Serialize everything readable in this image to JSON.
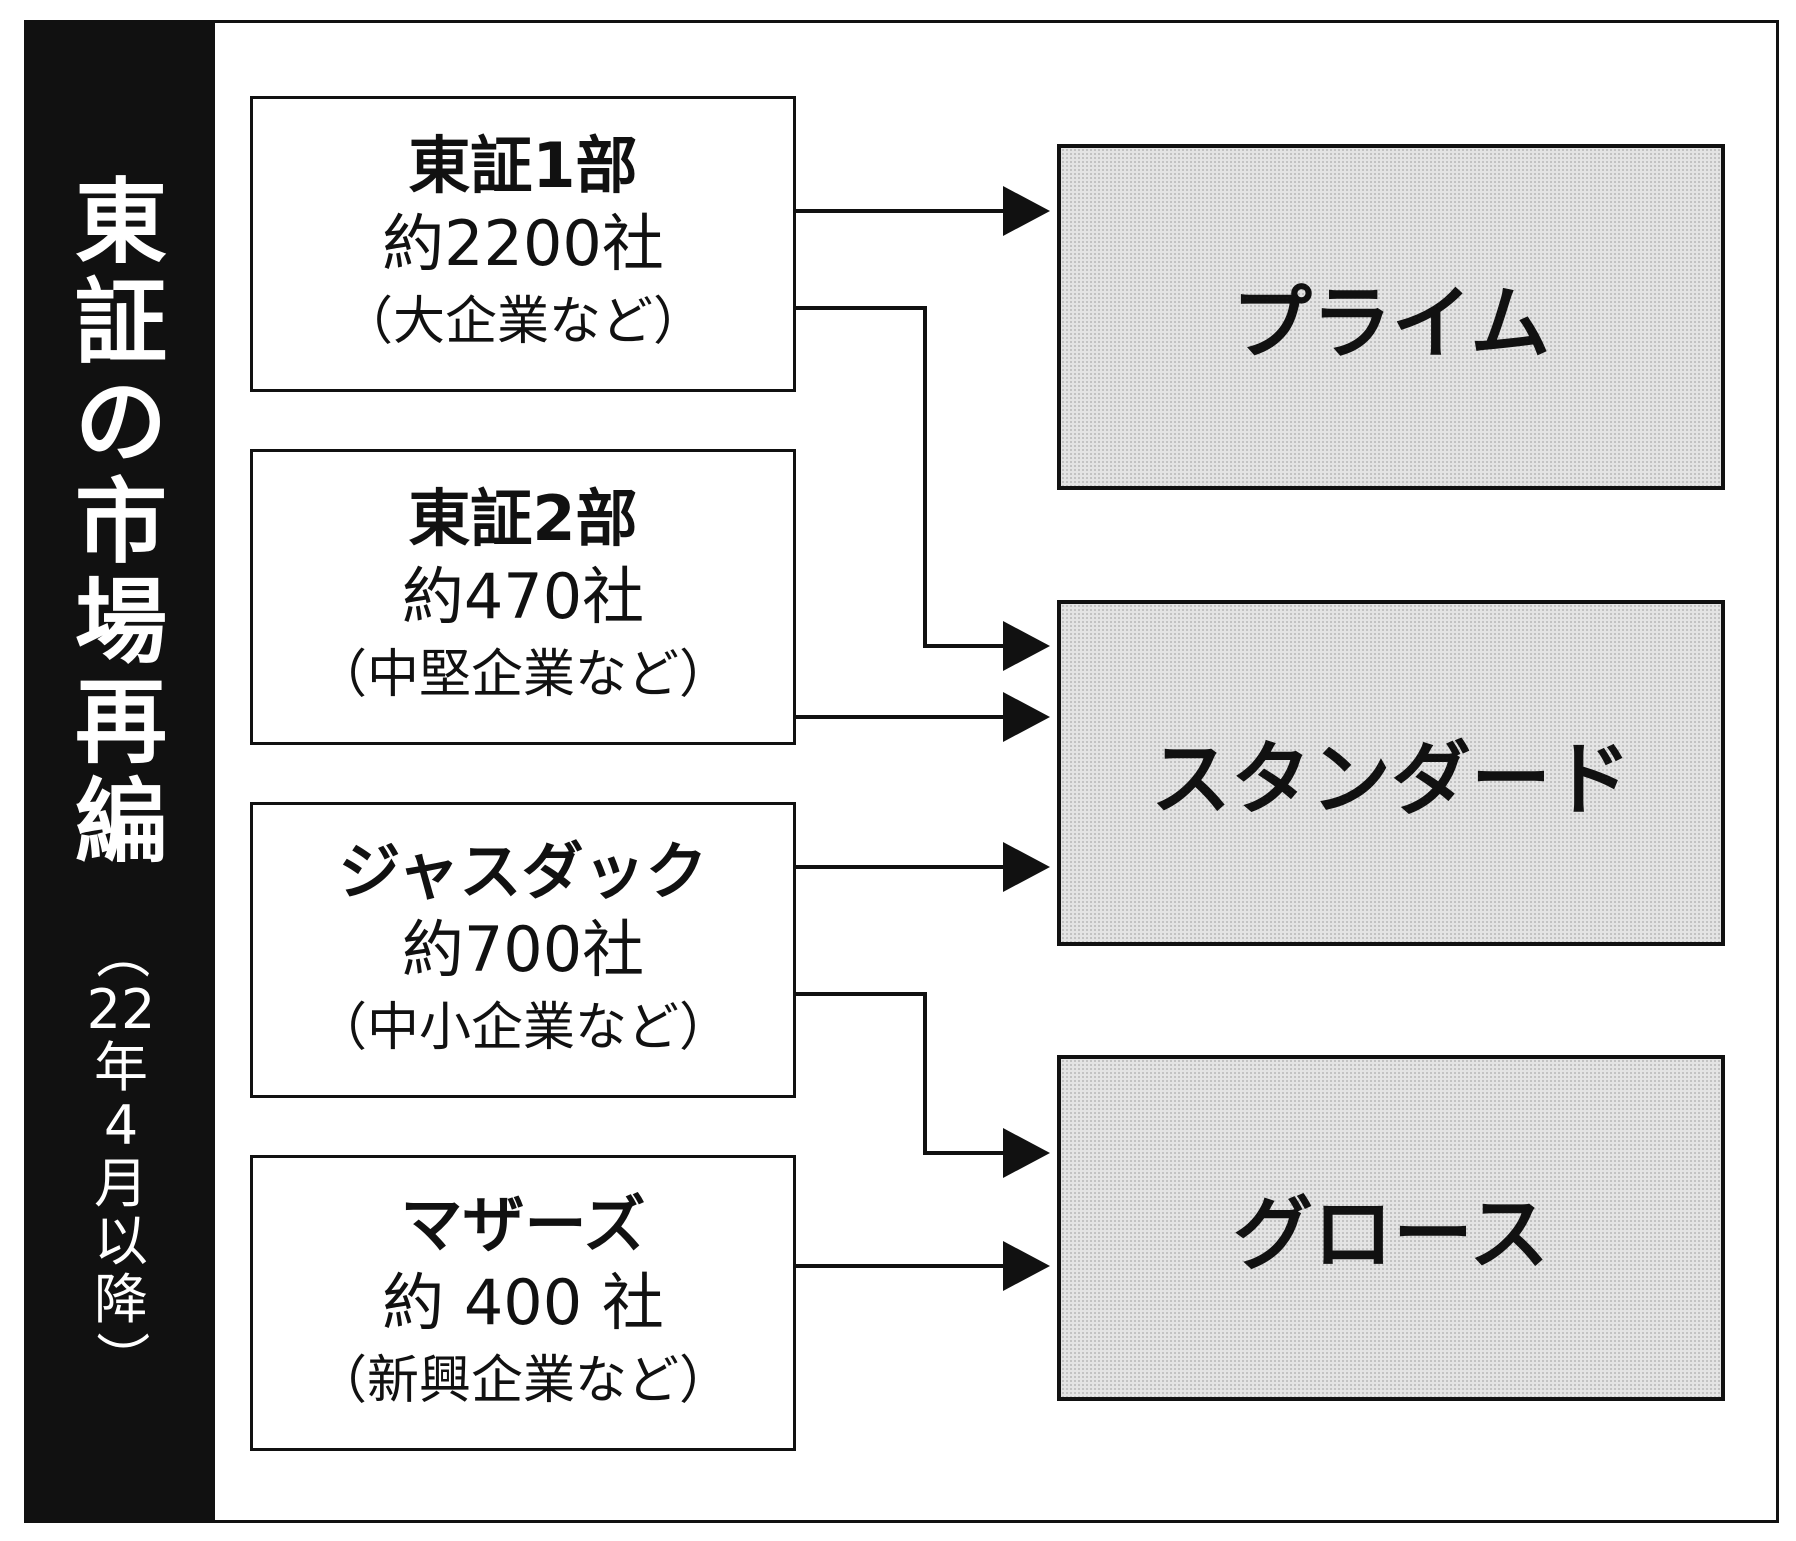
{
  "title_chars": [
    "東",
    "証",
    "の",
    "市",
    "場",
    "再",
    "編"
  ],
  "subtitle_chars": [
    "（",
    "22",
    "年",
    "4",
    "月",
    "以",
    "降",
    "）"
  ],
  "sources": [
    {
      "name": "東証1部",
      "count": "約2200社",
      "desc": "（大企業など）"
    },
    {
      "name": "東証2部",
      "count": "約470社",
      "desc": "（中堅企業など）"
    },
    {
      "name": "ジャスダック",
      "count": "約700社",
      "desc": "（中小企業など）"
    },
    {
      "name": "マザーズ",
      "count": "約 400 社",
      "desc": "（新興企業など）"
    }
  ],
  "targets": [
    {
      "name": "プライム"
    },
    {
      "name": "スタンダード"
    },
    {
      "name": "グロース"
    }
  ],
  "connections": [
    {
      "from": "東証1部",
      "to": "プライム"
    },
    {
      "from": "東証1部",
      "to": "スタンダード"
    },
    {
      "from": "東証2部",
      "to": "スタンダード"
    },
    {
      "from": "ジャスダック",
      "to": "スタンダード"
    },
    {
      "from": "ジャスダック",
      "to": "グロース"
    },
    {
      "from": "マザーズ",
      "to": "グロース"
    }
  ],
  "colors": {
    "line": "#111111",
    "sidebar": "#111111",
    "target_fill": "#e4e4e4"
  }
}
